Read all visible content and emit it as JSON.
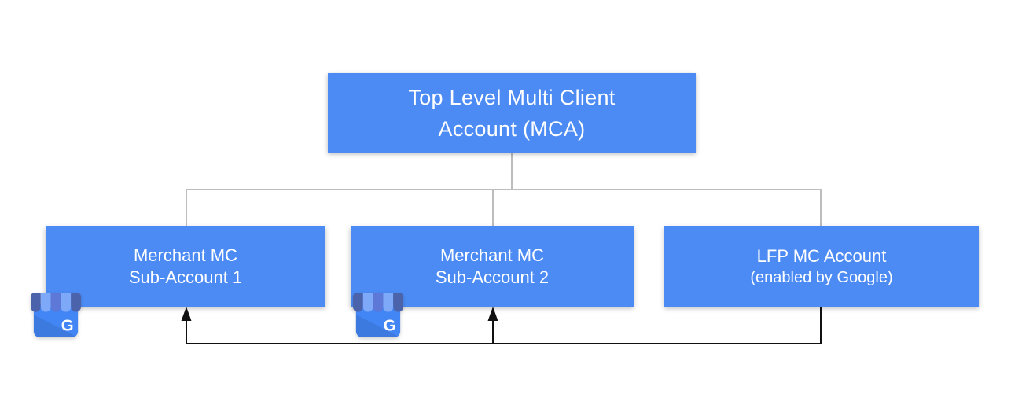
{
  "diagram": {
    "title_hint": "Merchant Center multi-client account hierarchy",
    "nodes": {
      "top_mca": {
        "line1": "Top Level Multi Client",
        "line2": "Account (MCA)"
      },
      "sub_account_1": {
        "line1": "Merchant MC",
        "line2": "Sub-Account 1"
      },
      "sub_account_2": {
        "line1": "Merchant MC",
        "line2": "Sub-Account 2"
      },
      "lfp_account": {
        "line1": "LFP MC Account",
        "line2": "(enabled by Google)"
      }
    },
    "icons": {
      "business_profile_letter": "G"
    },
    "colors": {
      "node_blue": "#4c8bf4",
      "tree_line_gray": "#bdbdbd",
      "arrow_black": "#111111",
      "text_white": "#ffffff",
      "awning_dark": "#4b63ab",
      "awning_light": "#7ea8f8",
      "awning_mid": "#5d78d6",
      "icon_body_blue": "#4285f4"
    }
  }
}
